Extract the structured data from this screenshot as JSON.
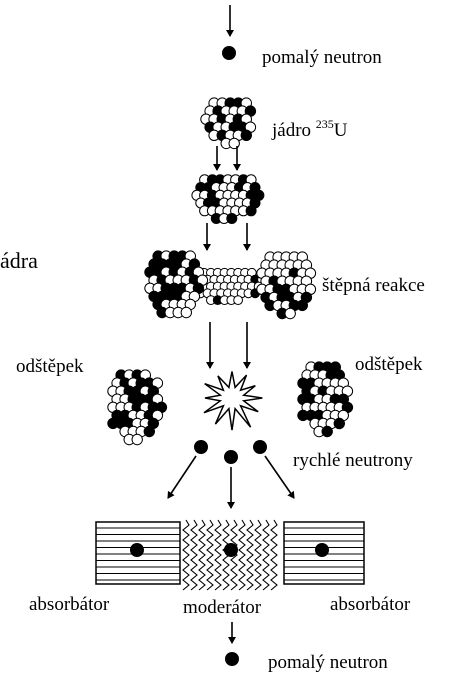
{
  "labels": {
    "slow_neutron_top": "pomalý neutron",
    "nucleus_prefix": "jádro ",
    "nucleus_mass": "235",
    "nucleus_symbol": "U",
    "partial_left": "ádra",
    "fission": "štěpná reakce",
    "fragment_left": "odštěpek",
    "fragment_right": "odštěpek",
    "fast_neutrons": "rychlé neutrony",
    "absorber_left": "absorbátor",
    "moderator": "moderátor",
    "absorber_right": "absorbátor",
    "slow_neutron_bottom": "pomalý neutron"
  },
  "colors": {
    "ink": "#000000",
    "paper": "#ffffff"
  }
}
